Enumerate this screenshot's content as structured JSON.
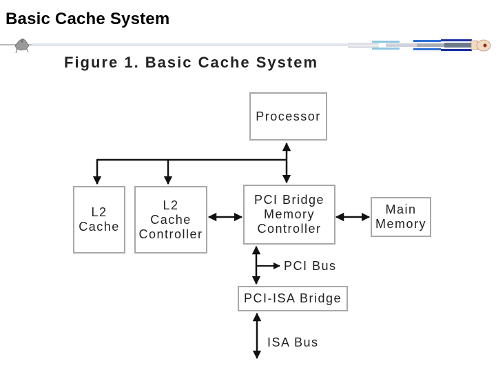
{
  "slide": {
    "title": "Basic Cache System"
  },
  "header_decoration": {
    "left_icon": "spaceship-icon",
    "right_icon": "starship-icon",
    "colors": [
      "#e2e4f0",
      "#d7d9e0",
      "#8ec6e2",
      "#2e6fd6",
      "#1a2fa0",
      "#6c7a8c",
      "#f2dcc0"
    ]
  },
  "figure": {
    "title": "Figure 1. Basic Cache System",
    "nodes": {
      "processor": "Processor",
      "l2_cache": "L2\nCache",
      "l2_cache_controller": "L2\nCache\nController",
      "pci_bridge": "PCI Bridge\nMemory\nController",
      "main_memory": "Main\nMemory",
      "pci_isa_bridge": "PCI-ISA Bridge"
    },
    "bus_labels": {
      "pci_bus": "PCI Bus",
      "isa_bus": "ISA Bus"
    },
    "edges": [
      {
        "from": "processor",
        "to": "pci_bridge",
        "type": "bidirectional"
      },
      {
        "from": "host_bus",
        "to": "l2_cache",
        "type": "arrow"
      },
      {
        "from": "host_bus",
        "to": "l2_cache_controller",
        "type": "arrow"
      },
      {
        "from": "l2_cache_controller",
        "to": "pci_bridge",
        "type": "bidirectional"
      },
      {
        "from": "pci_bridge",
        "to": "main_memory",
        "type": "bidirectional"
      },
      {
        "from": "pci_bridge",
        "to": "pci_isa_bridge",
        "type": "bidirectional"
      },
      {
        "from": "pci_bridge_link",
        "to": "pci_bus",
        "type": "arrow"
      },
      {
        "from": "pci_isa_bridge",
        "to": "isa_bus",
        "type": "bidirectional"
      }
    ]
  }
}
